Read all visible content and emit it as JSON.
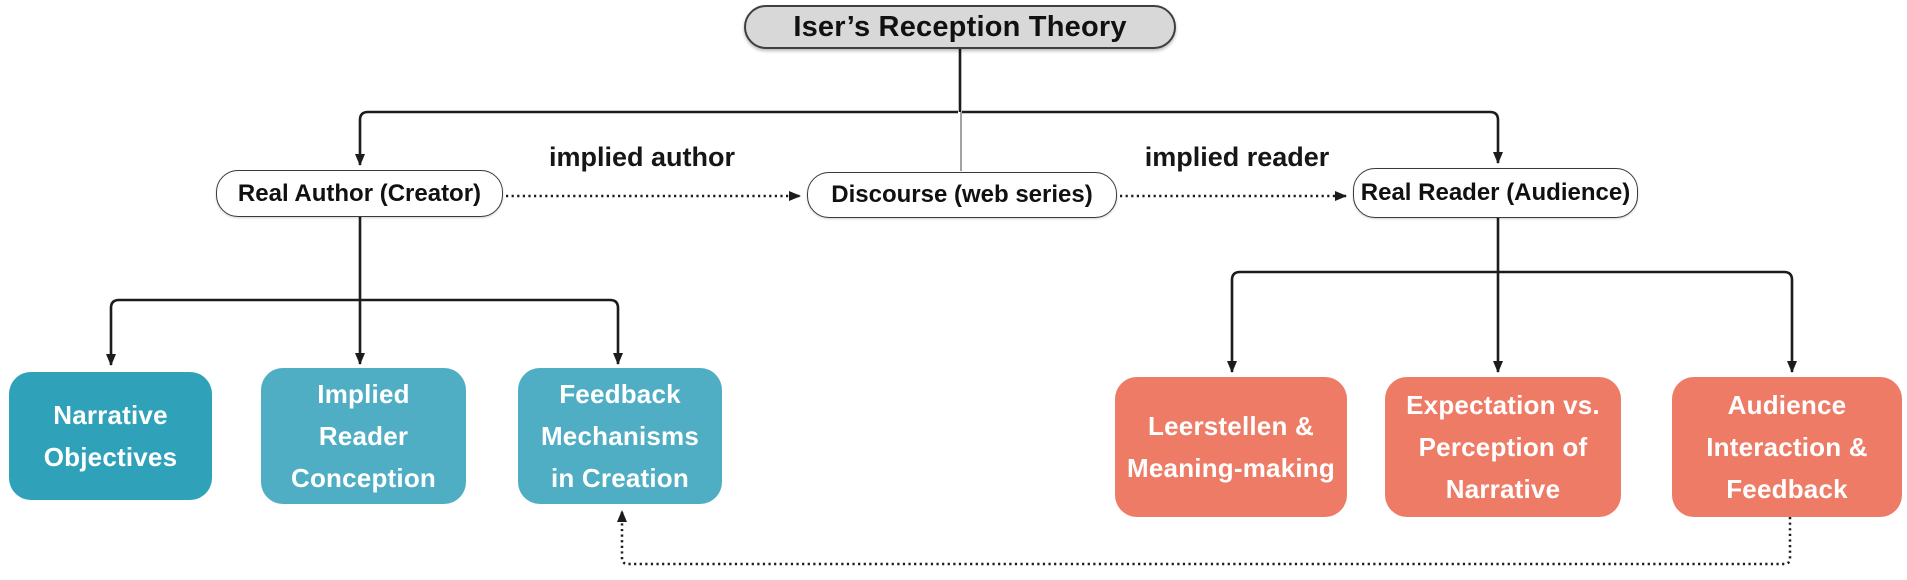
{
  "title": "Iser’s Reception Theory",
  "colors": {
    "title_bg": "#D8D8D8",
    "teal_dark": "#2FA2B9",
    "teal_light": "#4FAEC3",
    "salmon": "#EE7B66",
    "line": "#1C1C1C",
    "text_on_color": "#FFFFFF"
  },
  "level2": {
    "real_author": {
      "label": "Real Author (Creator)"
    },
    "discourse": {
      "label": "Discourse (web series)"
    },
    "real_reader": {
      "label": "Real Reader (Audience)"
    }
  },
  "edge_labels": {
    "implied_author": "implied author",
    "implied_reader": "implied reader"
  },
  "author_children": [
    {
      "id": "narrative-objectives",
      "label": "Narrative\nObjectives"
    },
    {
      "id": "implied-reader-conception",
      "label": "Implied\nReader\nConception"
    },
    {
      "id": "feedback-mechanisms-in-creation",
      "label": "Feedback\nMechanisms\nin Creation"
    }
  ],
  "reader_children": [
    {
      "id": "leerstellen-meaning-making",
      "label": "Leerstellen &\nMeaning-making"
    },
    {
      "id": "expectation-vs-perception",
      "label": "Expectation vs.\nPerception of\nNarrative"
    },
    {
      "id": "audience-interaction-feedback",
      "label": "Audience\nInteraction &\nFeedback"
    }
  ]
}
